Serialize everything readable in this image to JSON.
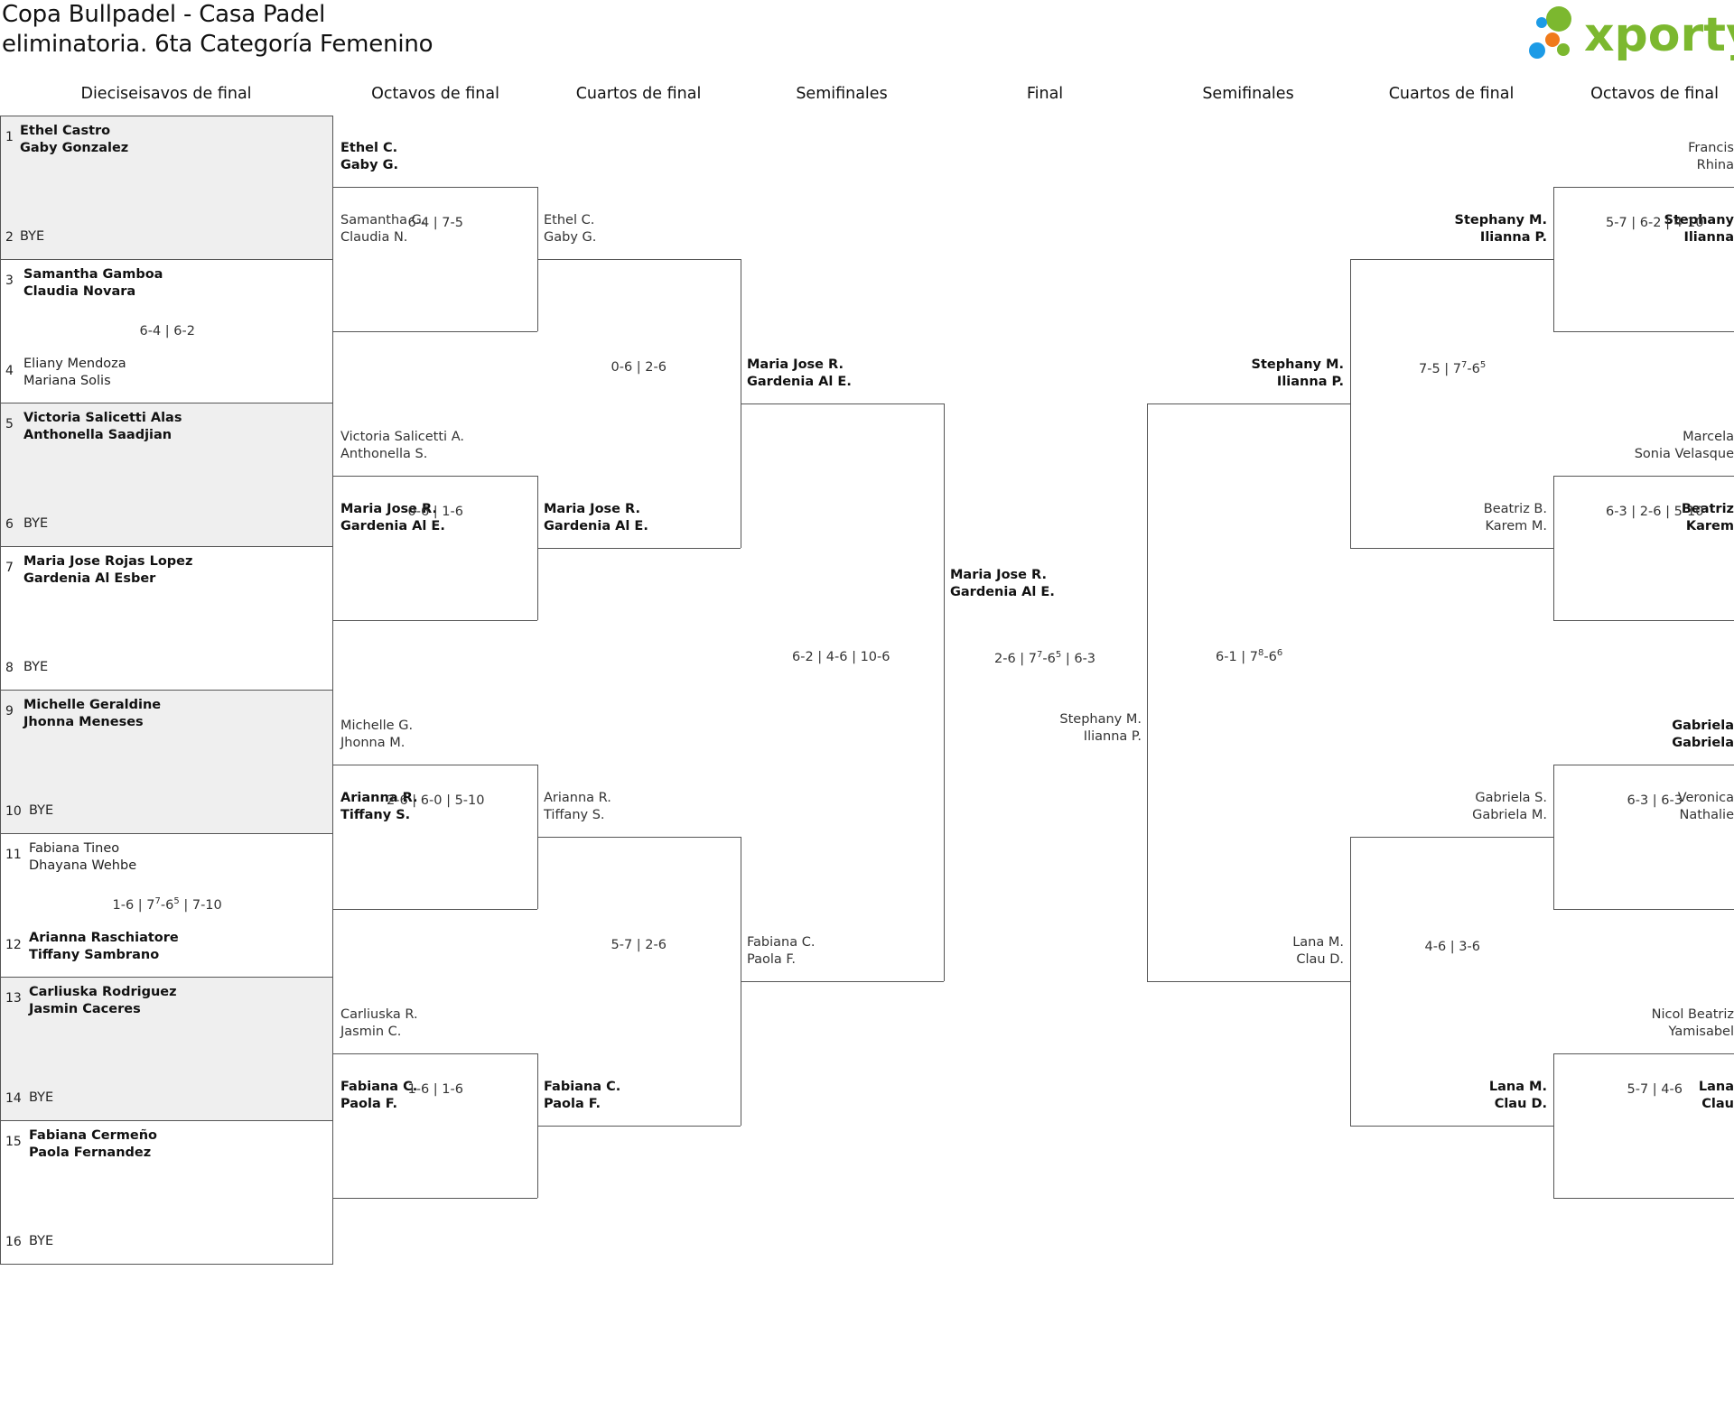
{
  "header": {
    "title_line1": "Copa Bullpadel - Casa Padel",
    "title_line2": "eliminatoria. 6ta Categoría Femenino",
    "logo_text": "xporty",
    "brand_colors": {
      "green": "#7cb82f",
      "blue": "#1d9be6",
      "orange": "#f07a1a"
    }
  },
  "columns": [
    "Dieciseisavos de final",
    "Octavos de final",
    "Cuartos de final",
    "Semifinales",
    "Final",
    "Semifinales",
    "Cuartos de final",
    "Octavos de final"
  ],
  "r32": [
    {
      "seed": "1",
      "name1": "Ethel Castro",
      "name2": "Gaby Gonzalez",
      "winner": true
    },
    {
      "seed": "2",
      "name1": "BYE",
      "name2": "",
      "winner": false
    },
    {
      "seed": "3",
      "name1": "Samantha Gamboa",
      "name2": "Claudia Novara",
      "winner": true
    },
    {
      "seed": "4",
      "name1": "Eliany Mendoza",
      "name2": "Mariana Solis",
      "winner": false
    },
    {
      "seed": "5",
      "name1": "Victoria Salicetti Alas",
      "name2": "Anthonella Saadjian",
      "winner": true
    },
    {
      "seed": "6",
      "name1": "BYE",
      "name2": "",
      "winner": false
    },
    {
      "seed": "7",
      "name1": "Maria Jose Rojas Lopez",
      "name2": "Gardenia Al Esber",
      "winner": true
    },
    {
      "seed": "8",
      "name1": "BYE",
      "name2": "",
      "winner": false
    },
    {
      "seed": "9",
      "name1": "Michelle Geraldine",
      "name2": "Jhonna Meneses",
      "winner": true
    },
    {
      "seed": "10",
      "name1": "BYE",
      "name2": "",
      "winner": false
    },
    {
      "seed": "11",
      "name1": "Fabiana Tineo",
      "name2": "Dhayana Wehbe",
      "winner": false
    },
    {
      "seed": "12",
      "name1": "Arianna Raschiatore",
      "name2": "Tiffany Sambrano",
      "winner": true
    },
    {
      "seed": "13",
      "name1": "Carliuska Rodriguez",
      "name2": "Jasmin Caceres",
      "winner": true
    },
    {
      "seed": "14",
      "name1": "BYE",
      "name2": "",
      "winner": false
    },
    {
      "seed": "15",
      "name1": "Fabiana Cermeño",
      "name2": "Paola Fernandez",
      "winner": true
    },
    {
      "seed": "16",
      "name1": "BYE",
      "name2": "",
      "winner": false
    }
  ],
  "r32_scores": [
    "",
    "6-4 | 6-2",
    "",
    "",
    "",
    "1-6 | 7<sup>7</sup>-6<sup>5</sup> | 7-10",
    "",
    ""
  ],
  "left_r16": [
    {
      "name1": "Ethel C.",
      "name2": "Gaby G.",
      "winner": true
    },
    {
      "name1": "Samantha G.",
      "name2": "Claudia N.",
      "winner": false
    },
    {
      "name1": "Victoria Salicetti A.",
      "name2": "Anthonella S.",
      "winner": false
    },
    {
      "name1": "Maria Jose R.",
      "name2": "Gardenia Al E.",
      "winner": true
    },
    {
      "name1": "Michelle G.",
      "name2": "Jhonna M.",
      "winner": false
    },
    {
      "name1": "Arianna R.",
      "name2": "Tiffany S.",
      "winner": true
    },
    {
      "name1": "Carliuska R.",
      "name2": "Jasmin C.",
      "winner": false
    },
    {
      "name1": "Fabiana C.",
      "name2": "Paola F.",
      "winner": true
    }
  ],
  "left_r16_scores": [
    "6-4 | 7-5",
    "0-6 | 1-6",
    "2-6 | 6-0 | 5-10",
    "1-6 | 1-6"
  ],
  "left_qf": [
    {
      "name1": "Ethel C.",
      "name2": "Gaby G.",
      "winner": false
    },
    {
      "name1": "Maria Jose R.",
      "name2": "Gardenia Al E.",
      "winner": true
    },
    {
      "name1": "Arianna R.",
      "name2": "Tiffany S.",
      "winner": false
    },
    {
      "name1": "Fabiana C.",
      "name2": "Paola F.",
      "winner": true
    }
  ],
  "left_qf_scores": [
    "0-6 | 2-6",
    "5-7 | 2-6"
  ],
  "left_sf": [
    {
      "name1": "Maria Jose R.",
      "name2": "Gardenia Al E.",
      "winner": true
    },
    {
      "name1": "Fabiana C.",
      "name2": "Paola F.",
      "winner": false
    }
  ],
  "left_sf_score": "6-2 | 4-6 | 10-6",
  "final": {
    "left": {
      "name1": "Maria Jose R.",
      "name2": "Gardenia Al E.",
      "winner": true
    },
    "right": {
      "name1": "Stephany M.",
      "name2": "Ilianna P.",
      "winner": false
    },
    "score": "2-6 | 7<sup>7</sup>-6<sup>5</sup> | 6-3"
  },
  "right_sf": [
    {
      "name1": "Stephany M.",
      "name2": "Ilianna P.",
      "winner": true
    },
    {
      "name1": "Lana M.",
      "name2": "Clau D.",
      "winner": false
    }
  ],
  "right_sf_score": "6-1 | 7<sup>8</sup>-6<sup>6</sup>",
  "right_qf": [
    {
      "name1": "Stephany M.",
      "name2": "Ilianna P.",
      "winner": true
    },
    {
      "name1": "Beatriz B.",
      "name2": "Karem M.",
      "winner": false
    },
    {
      "name1": "Gabriela S.",
      "name2": "Gabriela M.",
      "winner": false
    },
    {
      "name1": "Lana M.",
      "name2": "Clau D.",
      "winner": true
    }
  ],
  "right_qf_scores": [
    "7-5 | 7<sup>7</sup>-6<sup>5</sup>",
    "4-6 | 3-6"
  ],
  "right_r16": [
    {
      "name1": "Francis",
      "name2": "Rhina",
      "winner": false
    },
    {
      "name1": "Stephany",
      "name2": "Ilianna",
      "winner": true
    },
    {
      "name1": "Marcela",
      "name2": "Sonia Velasque",
      "winner": false
    },
    {
      "name1": "Beatriz",
      "name2": "Karem",
      "winner": true
    },
    {
      "name1": "Gabriela",
      "name2": "Gabriela",
      "winner": true
    },
    {
      "name1": "Veronica",
      "name2": "Nathalie",
      "winner": false
    },
    {
      "name1": "Nicol Beatriz",
      "name2": "Yamisabel",
      "winner": false
    },
    {
      "name1": "Lana",
      "name2": "Clau",
      "winner": true
    }
  ],
  "right_r16_scores": [
    "5-7 | 6-2 | 4-10",
    "6-3 | 2-6 | 5-10",
    "6-3 | 6-3",
    "5-7 | 4-6"
  ]
}
